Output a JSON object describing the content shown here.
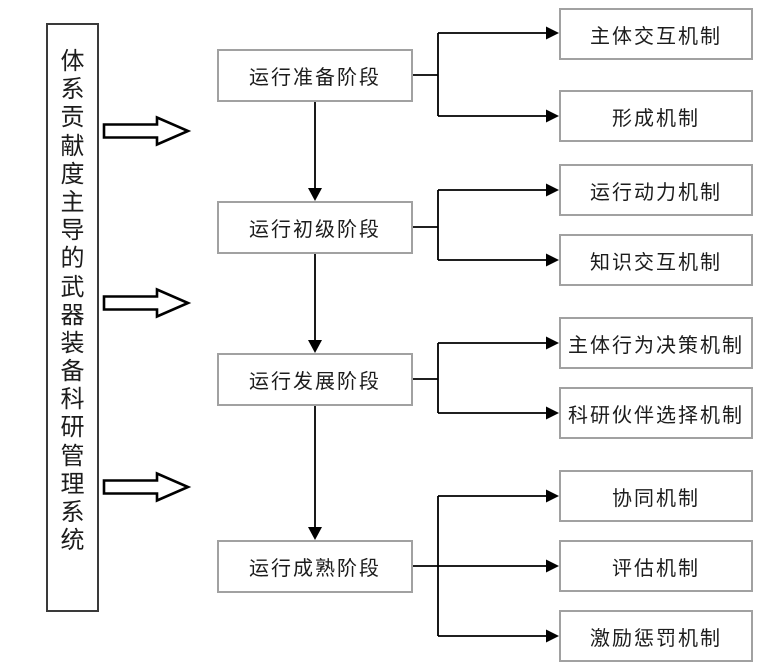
{
  "diagram": {
    "system_label": "体系贡献度主导的武器装备科研管理系统",
    "stages": [
      {
        "label": "运行准备阶段",
        "mechanisms": [
          "主体交互机制",
          "形成机制"
        ]
      },
      {
        "label": "运行初级阶段",
        "mechanisms": [
          "运行动力机制",
          "知识交互机制"
        ]
      },
      {
        "label": "运行发展阶段",
        "mechanisms": [
          "主体行为决策机制",
          "科研伙伴选择机制"
        ]
      },
      {
        "label": "运行成熟阶段",
        "mechanisms": [
          "协同机制",
          "评估机制",
          "激励惩罚机制"
        ]
      }
    ],
    "colors": {
      "line": "#000000",
      "box_border": "#a1a1a1",
      "system_box_border": "#3a3a3a",
      "text": "#1c1c1c",
      "background": "#ffffff"
    }
  }
}
